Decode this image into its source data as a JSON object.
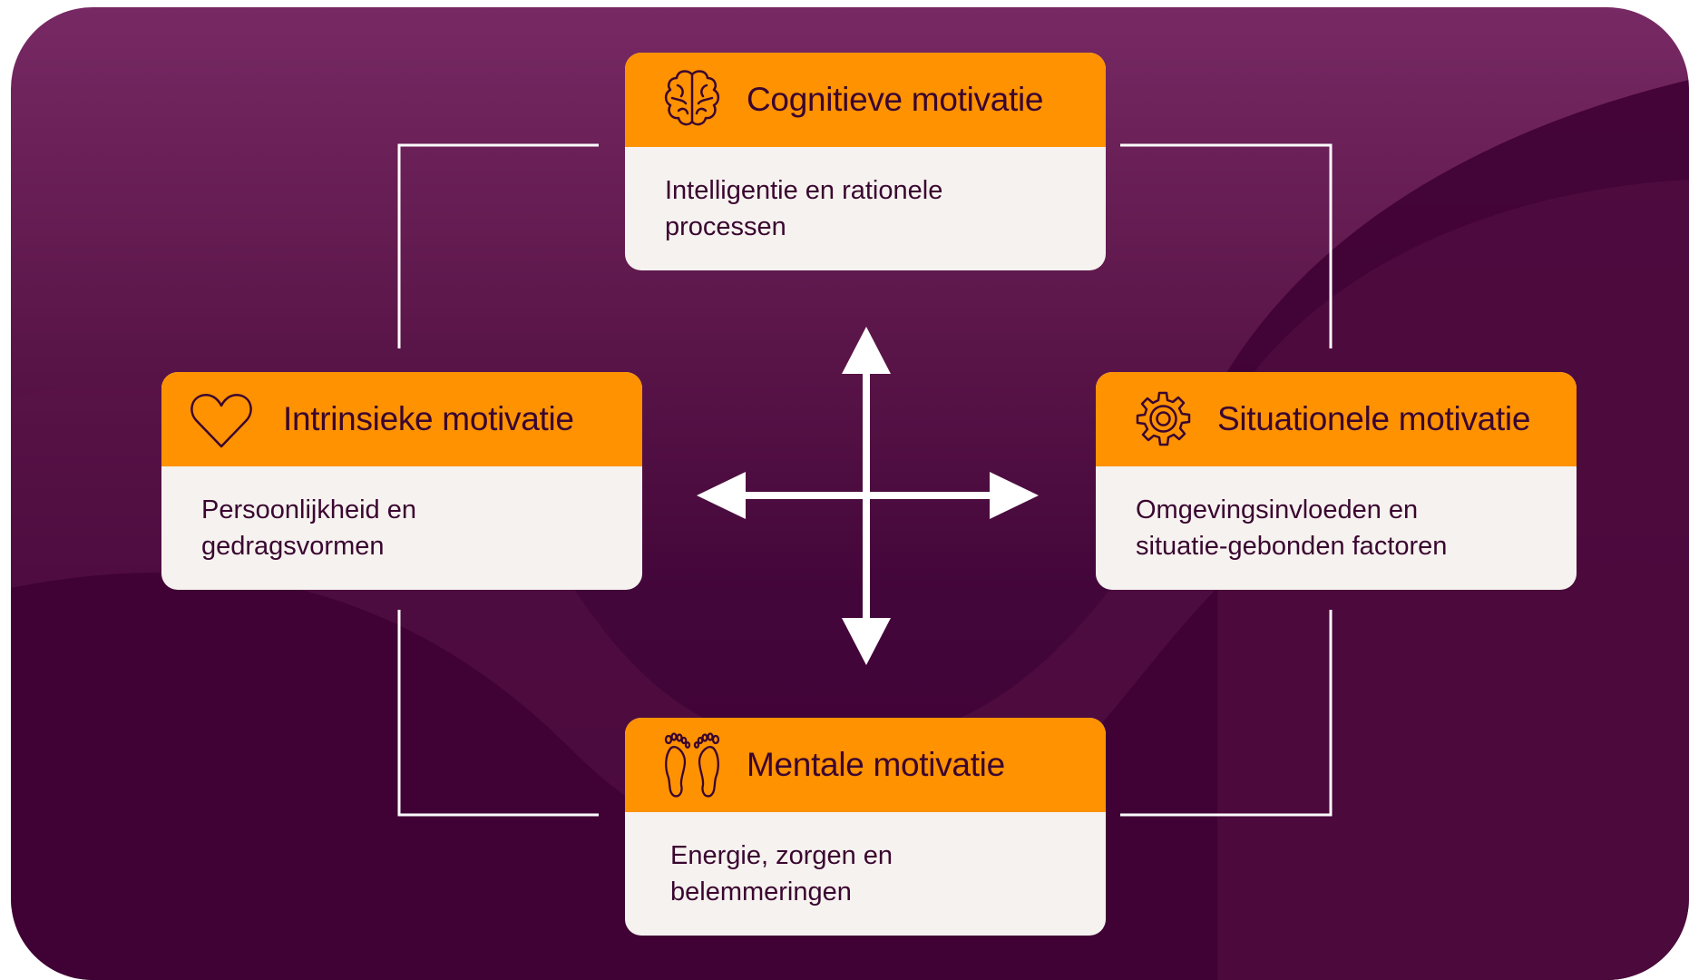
{
  "colors": {
    "panel_top": "#772963",
    "panel_bottom": "#3f0134",
    "card_header": "#ff9200",
    "card_body": "#f6f2ef",
    "text": "#3a0630",
    "connector": "#ffffff"
  },
  "cards": {
    "cognitive": {
      "icon": "brain-icon",
      "title": "Cognitieve motivatie",
      "line1": "Intelligentie en rationele",
      "line2": "processen"
    },
    "intrinsic": {
      "icon": "heart-icon",
      "title": "Intrinsieke motivatie",
      "line1": "Persoonlijkheid en",
      "line2": "gedragsvormen"
    },
    "situational": {
      "icon": "gear-icon",
      "title": "Situationele motivatie",
      "line1": "Omgevingsinvloeden en",
      "line2": "situatie-gebonden factoren"
    },
    "mental": {
      "icon": "footprints-icon",
      "title": "Mentale motivatie",
      "line1": "Energie, zorgen en",
      "line2": "belemmeringen"
    }
  }
}
